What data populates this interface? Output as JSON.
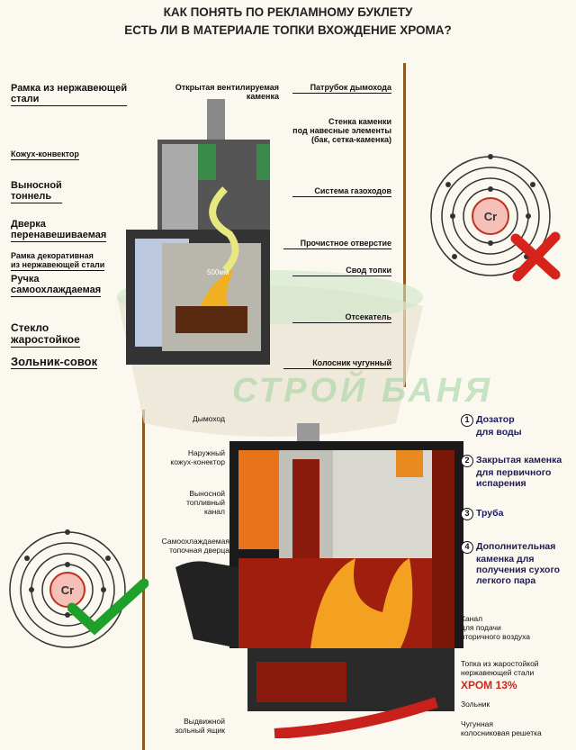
{
  "title": {
    "line1": "КАК ПОНЯТЬ ПО РЕКЛАМНОМУ БУКЛЕТУ",
    "line2": "ЕСТЬ ЛИ В МАТЕРИАЛЕ ТОПКИ ВХОЖДЕНИЕ ХРОМА?"
  },
  "watermark": "СТРОЙ БАНЯ",
  "top_stove": {
    "left_labels": [
      {
        "l1": "Рамка из нержавеющей",
        "l2": "стали"
      },
      {
        "l1": "Кожух-конвектор",
        "l2": ""
      },
      {
        "l1": "Выносной",
        "l2": "тоннель"
      },
      {
        "l1": "Дверка",
        "l2": "перенавешиваемая"
      },
      {
        "l1": "Рамка декоративная",
        "l2": "из нержавеющей стали"
      },
      {
        "l1": "Ручка",
        "l2": "самоохлаждаемая"
      },
      {
        "l1": "Стекло",
        "l2": "жаростойкое"
      },
      {
        "l1": "Зольник-совок",
        "l2": ""
      }
    ],
    "top_label": {
      "l1": "Открытая вентилируемая",
      "l2": "каменка"
    },
    "right_labels": [
      {
        "l1": "Патрубок дымохода",
        "l2": "",
        "l3": ""
      },
      {
        "l1": "Стенка каменки",
        "l2": "под навесные элементы",
        "l3": "(бак, сетка-каменка)"
      },
      {
        "l1": "Система газоходов",
        "l2": "",
        "l3": ""
      },
      {
        "l1": "Прочистное отверстие",
        "l2": "",
        "l3": ""
      },
      {
        "l1": "Свод топки",
        "l2": "",
        "l3": ""
      },
      {
        "l1": "Отсекатель",
        "l2": "",
        "l3": ""
      },
      {
        "l1": "Колосник чугунный",
        "l2": "",
        "l3": ""
      }
    ],
    "dimension": "500мм"
  },
  "bottom_stove": {
    "left_labels": [
      {
        "l1": "Дымоход",
        "l2": "",
        "l3": ""
      },
      {
        "l1": "Наружный",
        "l2": "кожух-конектор",
        "l3": ""
      },
      {
        "l1": "Выносной",
        "l2": "топливный",
        "l3": "канал"
      },
      {
        "l1": "Самоохлаждаемая",
        "l2": "топочная дверца",
        "l3": ""
      },
      {
        "l1": "Выдвижной",
        "l2": "зольный ящик",
        "l3": ""
      }
    ],
    "numbered": [
      {
        "n": "1",
        "l1": "Дозатор",
        "l2": "для воды",
        "l3": "",
        "l4": ""
      },
      {
        "n": "2",
        "l1": "Закрытая каменка",
        "l2": "для первичного",
        "l3": "испарения",
        "l4": ""
      },
      {
        "n": "3",
        "l1": "Труба",
        "l2": "",
        "l3": "",
        "l4": ""
      },
      {
        "n": "4",
        "l1": "Дополнительная",
        "l2": "каменка для",
        "l3": "получения сухого",
        "l4": "легкого пара"
      }
    ],
    "right_labels": [
      {
        "l1": "Канал",
        "l2": "для подачи",
        "l3": "вторичного воздуха"
      },
      {
        "l1": "Топка из жаростойкой",
        "l2": "нержавеющей стали",
        "l3": ""
      },
      {
        "l1": "Зольник",
        "l2": "",
        "l3": ""
      },
      {
        "l1": "Чугунная",
        "l2": "колосниковая решетка",
        "l3": ""
      }
    ],
    "chrome": "ХРОМ 13%"
  },
  "atoms": [
    {
      "symbol": "Cr",
      "mark": "cross-icon"
    },
    {
      "symbol": "Cr",
      "mark": "check-icon"
    }
  ],
  "colors": {
    "accent_red": "#d6231c",
    "check_green": "#1fa02a",
    "stove_orange": "#e8731a",
    "stove_dark_red": "#8a1a0c"
  }
}
